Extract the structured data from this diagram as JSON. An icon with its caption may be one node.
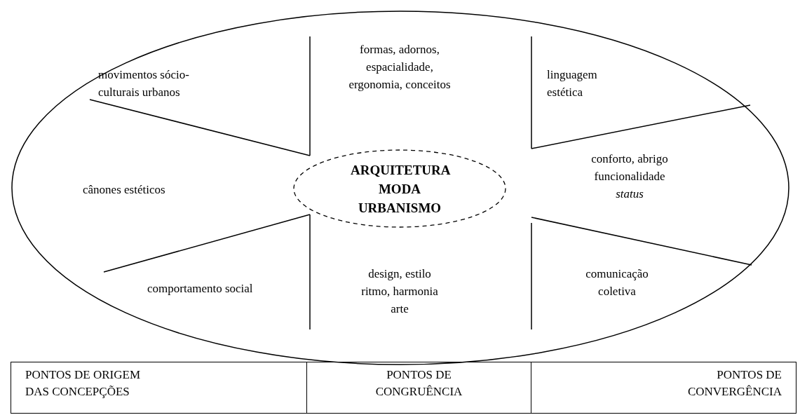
{
  "diagram": {
    "nodes": [
      {
        "text": [],
        "shape": "ellipse"
      },
      {
        "text": [
          "ARQUITETURA MODA URBANISMO"
        ],
        "in": 0
      }
    ],
    "edges": [],
    "labels": [
      "movimentos sócio-culturais urbanos",
      "formas, adornos, espacialidade, ergonomia, conceitos",
      "linguagem estética",
      "cânones estéticos",
      "conforto, abrigo funcionalidade *status*",
      "comportamento social",
      "design, estilo ritmo, harmonia arte",
      "comunicação coletiva",
      "PONTOS DE ORIGEM DAS CONCEPÇÕES",
      "PONTOS DE CONGRUÊNCIA",
      "PONTOS DE CONVERGÊNCIA"
    ]
  }
}
